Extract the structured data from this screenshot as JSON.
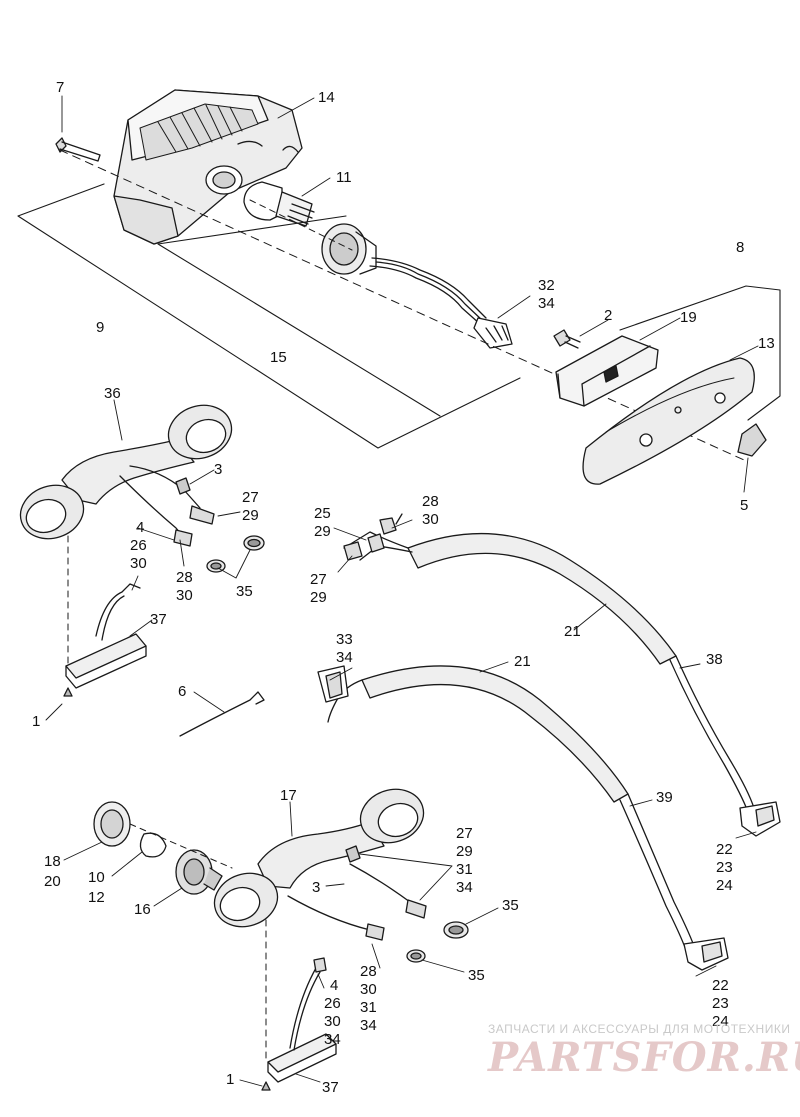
{
  "diagram": {
    "callouts": {
      "c7": "7",
      "c14": "14",
      "c11": "11",
      "c9": "9",
      "c15": "15",
      "c32_34": [
        "32",
        "34"
      ],
      "c8": "8",
      "c2": "2",
      "c19": "19",
      "c13": "13",
      "c5": "5",
      "c36": "36",
      "c3_top": "3",
      "c27_29_top": [
        "27",
        "29"
      ],
      "c4_26_30": [
        "4",
        "26",
        "30"
      ],
      "c28_30_left": [
        "28",
        "30"
      ],
      "c35_top": "35",
      "c37_top": "37",
      "c1_top": "1",
      "c25_29": [
        "25",
        "29"
      ],
      "c28_30_top": [
        "28",
        "30"
      ],
      "c27_29_left": [
        "27",
        "29"
      ],
      "c21_upper": "21",
      "c38": "38",
      "c33_34": [
        "33",
        "34"
      ],
      "c21_lower": "21",
      "c6": "6",
      "c39": "39",
      "c22_24_upper": [
        "22",
        "23",
        "24"
      ],
      "c17": "17",
      "c27_34": [
        "27",
        "29",
        "31",
        "34"
      ],
      "c18_20": [
        "18",
        "20"
      ],
      "c10_12": [
        "10",
        "12"
      ],
      "c16": "16",
      "c3_bottom": "3",
      "c35_right": "35",
      "c35_bottom": "35",
      "c28_34": [
        "28",
        "30",
        "31",
        "34"
      ],
      "c22_24_lower": [
        "22",
        "23",
        "24"
      ],
      "c4_26_30_34": [
        "4",
        "26",
        "30",
        "34"
      ],
      "c1_bottom": "1",
      "c37_bottom": "37"
    }
  },
  "watermark": {
    "tagline": "ЗАПЧАСТИ И АКСЕССУАРЫ ДЛЯ МОТОТЕХНИКИ",
    "brand": "PARTSFOR.RU"
  },
  "colors": {
    "line": "#1a1a1a",
    "ink": "#111111",
    "shade": "#cfcfcf",
    "light": "#f0f0f0"
  }
}
